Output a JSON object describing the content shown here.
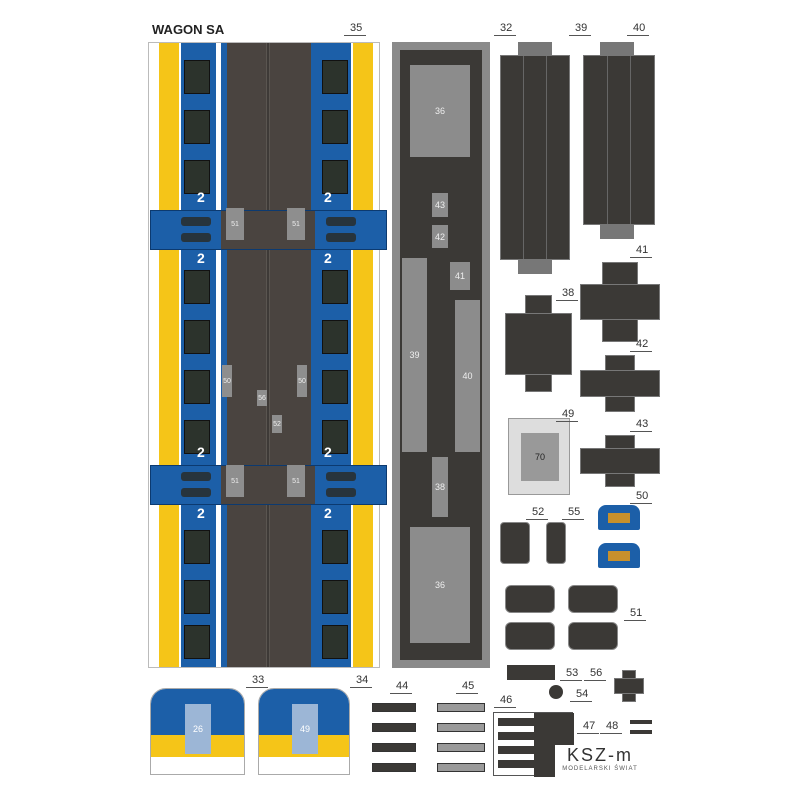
{
  "title": "WAGON SA",
  "labels": {
    "p35": "35",
    "p32": "32",
    "p39": "39",
    "p40": "40",
    "p41": "41",
    "p38": "38",
    "p42": "42",
    "p49": "49",
    "p43": "43",
    "p50": "50",
    "p52": "52",
    "p55": "55",
    "p51": "51",
    "p53": "53",
    "p56": "56",
    "p54": "54",
    "p46": "46",
    "p47": "47",
    "p48": "48",
    "p33": "33",
    "p34": "34",
    "p44": "44",
    "p45": "45"
  },
  "roof_panels": {
    "a": "36",
    "b": "43",
    "c": "42",
    "d": "41",
    "e": "39",
    "f": "40",
    "g": "38",
    "h": "36"
  },
  "floor_tags": {
    "t1": "51",
    "t2": "51",
    "t3": "50",
    "t4": "50",
    "t5": "56",
    "t6": "52",
    "t7": "51",
    "t8": "51"
  },
  "part49_label": "70",
  "end33_label": "26",
  "end34_label": "49",
  "class_mark": "2",
  "logo": {
    "name": "KSZ-m",
    "tagline": "MODELARSKI ŚWIAT"
  },
  "colors": {
    "blue": "#1c5fa8",
    "yellow": "#f5c518",
    "dark": "#3b3936"
  }
}
